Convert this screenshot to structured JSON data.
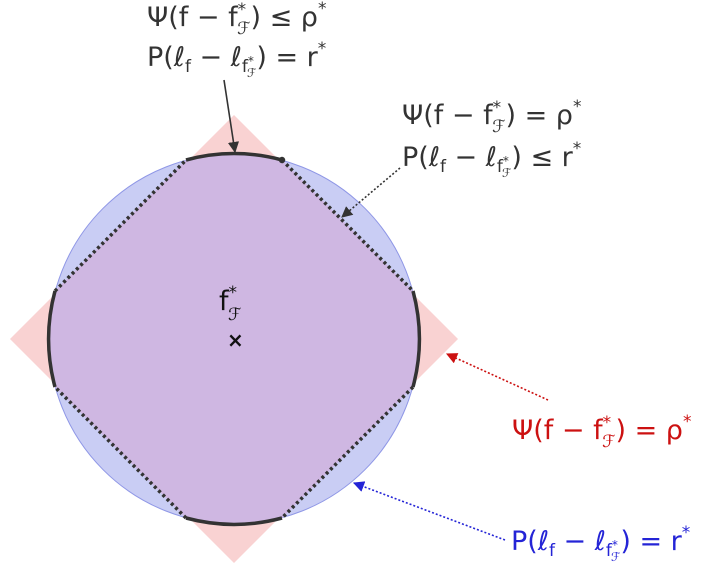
{
  "center": {
    "symbol": "f",
    "sup": "*",
    "sub": "ℱ",
    "marker": "×"
  },
  "labels": {
    "top_left": {
      "line1": {
        "psi": "Ψ(f − f",
        "sup": "*",
        "sub": "ℱ",
        "tail": ") ≤ ρ",
        "tail_sup": "*"
      },
      "line2": {
        "p": "P(ℓ",
        "sub_f": "f",
        "mid": " − ℓ",
        "sub_fs": "f",
        "sub_fs_sup": "*",
        "sub_fs_sub": "ℱ",
        "tail": ") = r",
        "tail_sup": "*"
      }
    },
    "top_right": {
      "line1": {
        "psi": "Ψ(f − f",
        "sup": "*",
        "sub": "ℱ",
        "tail": ") = ρ",
        "tail_sup": "*"
      },
      "line2": {
        "p": "P(ℓ",
        "sub_f": "f",
        "mid": " − ℓ",
        "sub_fs": "f",
        "sub_fs_sup": "*",
        "sub_fs_sub": "ℱ",
        "tail": ") ≤ r",
        "tail_sup": "*"
      }
    },
    "right_red": {
      "psi": "Ψ(f − f",
      "sup": "*",
      "sub": "ℱ",
      "tail": ") = ρ",
      "tail_sup": "*"
    },
    "bottom_blue": {
      "p": "P(ℓ",
      "sub_f": "f",
      "mid": " − ℓ",
      "sub_fs": "f",
      "sub_fs_sup": "*",
      "sub_fs_sub": "ℱ",
      "tail": ") = r",
      "tail_sup": "*"
    }
  },
  "colors": {
    "circle_fill": "#c9cdf4",
    "circle_stroke": "#8f97e6",
    "diamond_fill": "#f9d2d2",
    "intersection_fill": "#cfb7e2",
    "boundary": "#333333",
    "red": "#cc1111",
    "blue": "#2424d6",
    "dark": "#333333"
  }
}
